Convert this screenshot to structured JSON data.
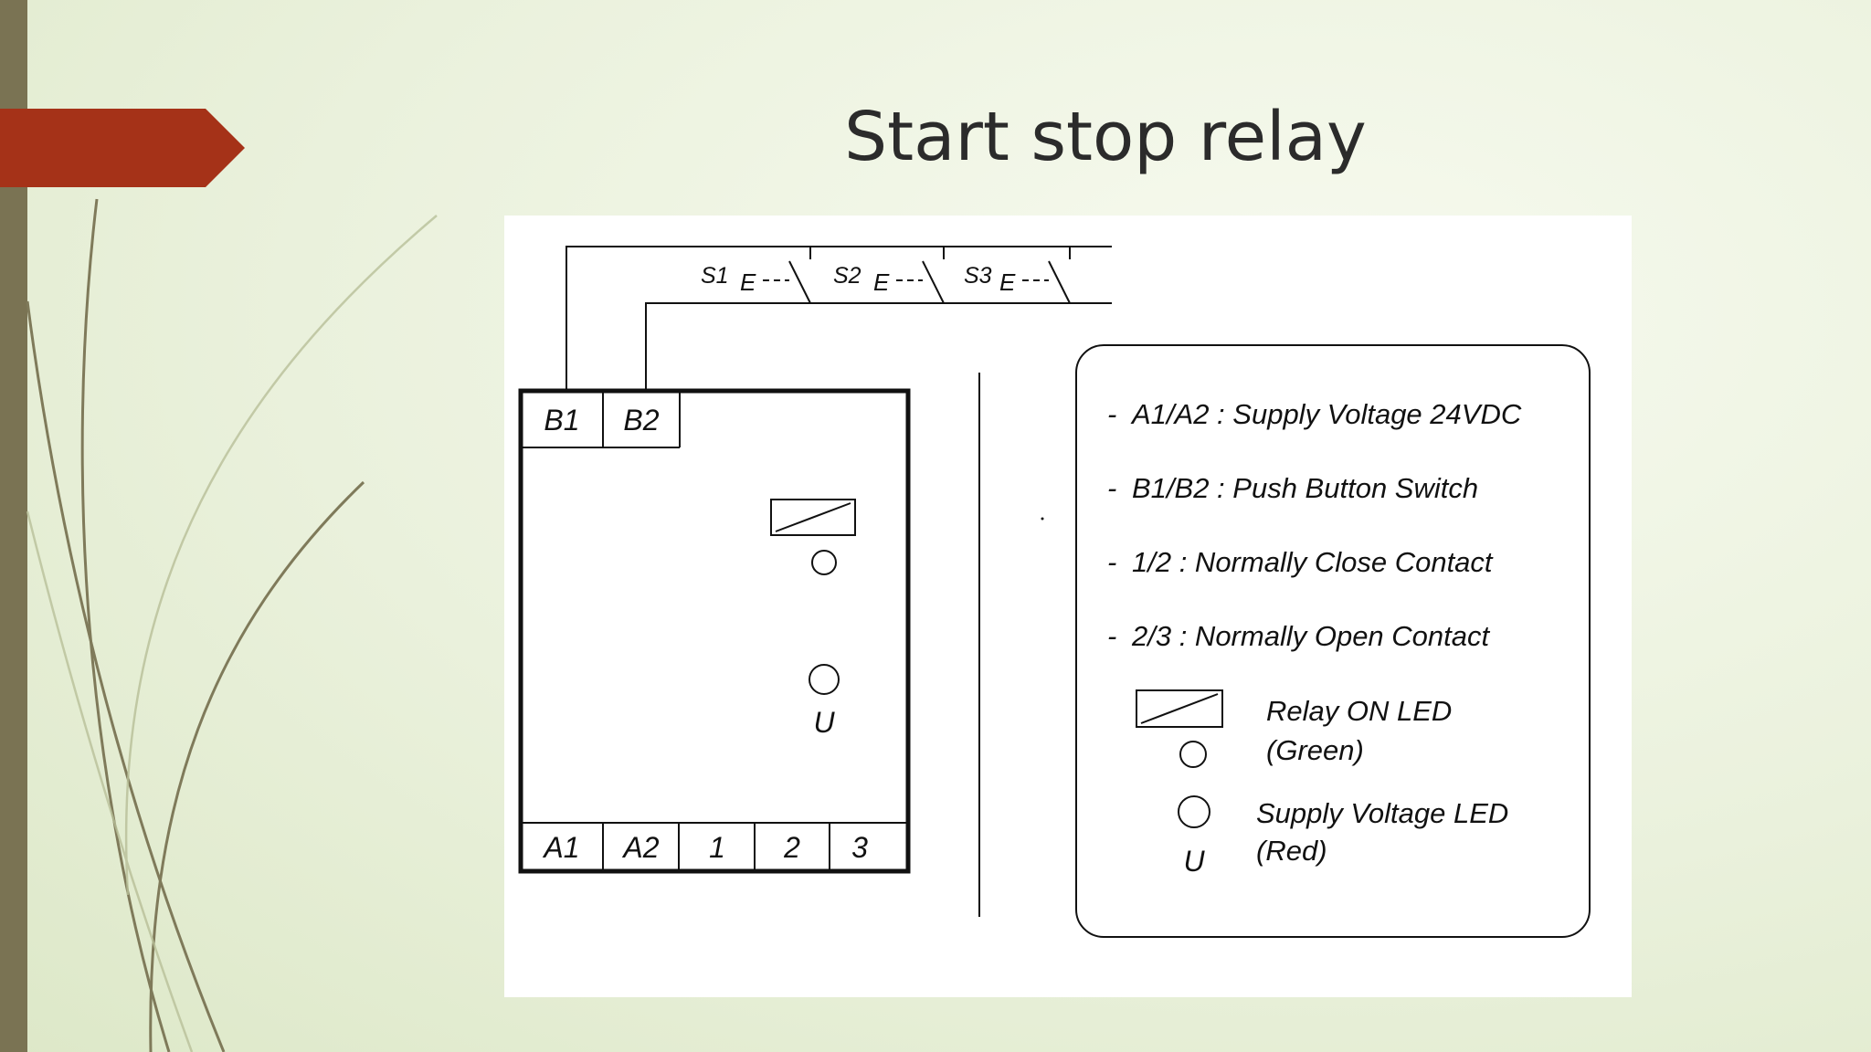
{
  "slide": {
    "title": "Start stop relay"
  },
  "switches": [
    {
      "label": "S1",
      "mark": "E"
    },
    {
      "label": "S2",
      "mark": "E"
    },
    {
      "label": "S3",
      "mark": "E"
    }
  ],
  "relay": {
    "top_terminals": [
      "B1",
      "B2"
    ],
    "bottom_terminals": [
      "A1",
      "A2",
      "1",
      "2",
      "3"
    ],
    "supply_led_symbol": "U"
  },
  "legend": {
    "items": [
      {
        "bullet": "-",
        "text": "A1/A2 : Supply Voltage 24VDC"
      },
      {
        "bullet": "-",
        "text": "B1/B2 : Push Button Switch"
      },
      {
        "bullet": "-",
        "text": "1/2 : Normally Close Contact"
      },
      {
        "bullet": "-",
        "text": "2/3 : Normally Open Contact"
      }
    ],
    "relay_led_line1": "Relay ON LED",
    "relay_led_line2": "(Green)",
    "supply_led_line1": "Supply Voltage LED",
    "supply_led_line2": "(Red)",
    "supply_led_symbol": "U"
  },
  "colors": {
    "accent": "#a53218",
    "sidebar": "#7a7353",
    "ink": "#111111"
  }
}
